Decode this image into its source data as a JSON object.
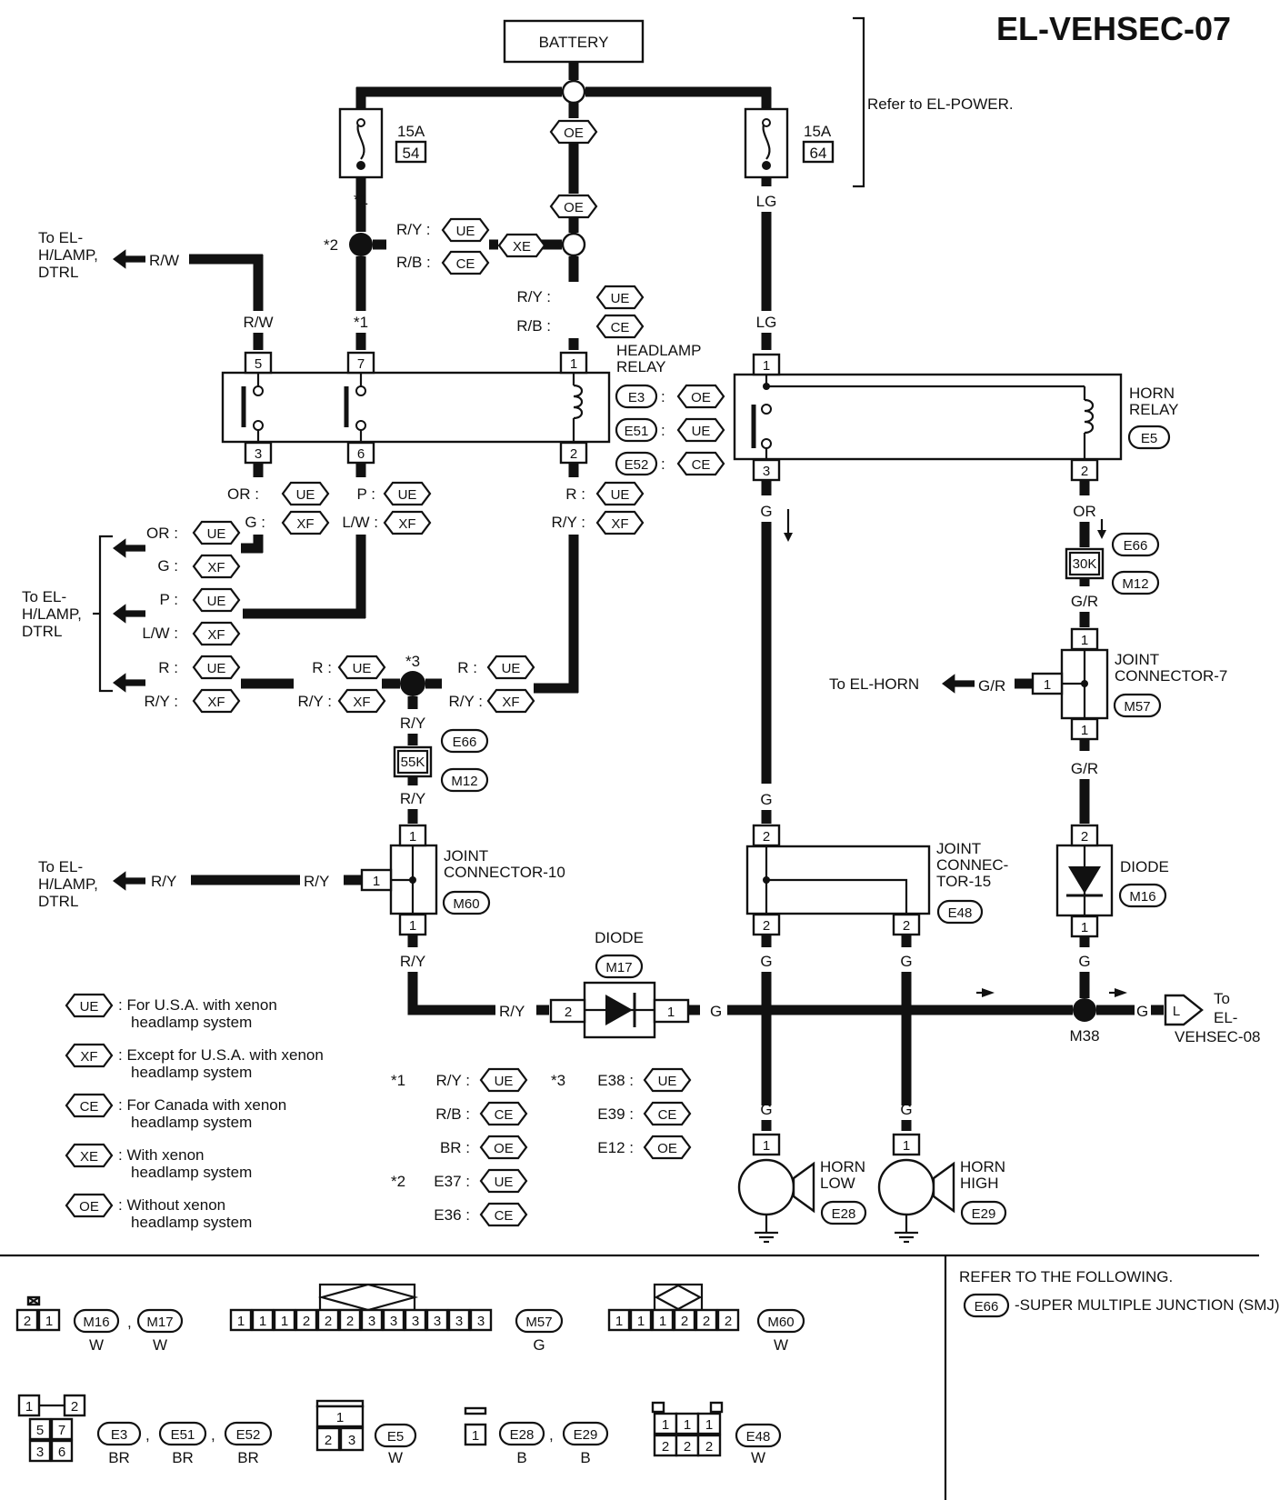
{
  "title": "EL-VEHSEC-07",
  "battery": "BATTERY",
  "refer_power": "Refer to EL-POWER.",
  "fuses": [
    {
      "amp": "15A",
      "num": "54"
    },
    {
      "amp": "15A",
      "num": "64"
    }
  ],
  "codes": {
    "ue": "UE",
    "xf": "XF",
    "ce": "CE",
    "xe": "XE",
    "oe": "OE"
  },
  "wires": {
    "ry_label": "R/Y :",
    "rb_label": "R/B :",
    "ry": "R/Y",
    "rw": "R/W",
    "lg": "LG",
    "g": "G",
    "gr": "G/R",
    "or": "OR",
    "or_c": "OR :",
    "g_c": "G :",
    "p_c": "P :",
    "lw_c": "L/W :",
    "r_c": "R :"
  },
  "stars": {
    "s1": "*1",
    "s2": "*2",
    "s3": "*3"
  },
  "headlamp_relay": {
    "name": "HEADLAMP RELAY",
    "pins": [
      "5",
      "7",
      "1",
      "3",
      "6",
      "2"
    ],
    "conns": [
      "E3",
      "E51",
      "E52"
    ]
  },
  "horn_relay": {
    "name": "HORN RELAY",
    "pins": [
      "1",
      "3",
      "2"
    ],
    "conn": "E5"
  },
  "joint7": {
    "name": "JOINT CONNECTOR-7",
    "conn": "M57",
    "pin": "1"
  },
  "joint10": {
    "name": "JOINT CONNECTOR-10",
    "conn": "M60",
    "pin": "1"
  },
  "joint15": {
    "name": "JOINT CONNEC-TOR-15",
    "conn": "E48",
    "pins": [
      "2",
      "2",
      "2"
    ]
  },
  "diode_m16": {
    "name": "DIODE",
    "conn": "M16",
    "pins": [
      "2",
      "1"
    ]
  },
  "diode_m17": {
    "name": "DIODE",
    "conn": "M17",
    "pins": [
      "2",
      "1"
    ]
  },
  "smj": {
    "e66": "E66",
    "m12": "M12",
    "k30": "30K",
    "k55": "55K"
  },
  "to_hlamp": "To EL-H/LAMP, DTRL",
  "to_horn": "To EL-HORN",
  "to_vehsec08": "To EL-VEHSEC-08",
  "m38": "M38",
  "horn_low": {
    "name": "HORN LOW",
    "conn": "E28",
    "pin": "1"
  },
  "horn_high": {
    "name": "HORN HIGH",
    "conn": "E29",
    "pin": "1"
  },
  "legend": [
    {
      "code": "UE",
      "text": "For U.S.A. with xenon headlamp system"
    },
    {
      "code": "XF",
      "text": "Except for U.S.A. with xenon headlamp system"
    },
    {
      "code": "CE",
      "text": "For Canada with xenon headlamp system"
    },
    {
      "code": "XE",
      "text": "With xenon headlamp system"
    },
    {
      "code": "OE",
      "text": "Without xenon headlamp system"
    }
  ],
  "star_table": [
    {
      "star": "*1",
      "rows": [
        [
          "R/Y :",
          "UE"
        ],
        [
          "R/B :",
          "CE"
        ],
        [
          "BR :",
          "OE"
        ]
      ]
    },
    {
      "star": "*2",
      "rows": [
        [
          "E37 :",
          "UE"
        ],
        [
          "E36 :",
          "CE"
        ]
      ]
    },
    {
      "star": "*3",
      "rows": [
        [
          "E38 :",
          "UE"
        ],
        [
          "E39 :",
          "CE"
        ],
        [
          "E12 :",
          "OE"
        ]
      ]
    }
  ],
  "connectors": {
    "m16m17": {
      "cells": [
        "2",
        "1"
      ],
      "ids": [
        "M16",
        "M17"
      ],
      "colors": [
        "W",
        "W"
      ]
    },
    "m57": {
      "cells": [
        "1",
        "1",
        "1",
        "2",
        "2",
        "2",
        "3",
        "3",
        "3",
        "3",
        "3",
        "3"
      ],
      "id": "M57",
      "color": "G"
    },
    "m60": {
      "cells": [
        "1",
        "1",
        "1",
        "2",
        "2",
        "2"
      ],
      "id": "M60",
      "color": "W"
    },
    "e3": {
      "cells": [
        "1",
        "2",
        "5",
        "7",
        "3",
        "6"
      ],
      "ids": [
        "E3",
        "E51",
        "E52"
      ],
      "colors": [
        "BR",
        "BR",
        "BR"
      ]
    },
    "e5": {
      "cells": [
        "1",
        "2",
        "3"
      ],
      "id": "E5",
      "color": "W"
    },
    "e28": {
      "cells": [
        "1"
      ],
      "ids": [
        "E28",
        "E29"
      ],
      "colors": [
        "B",
        "B"
      ]
    },
    "e48": {
      "cells": [
        "1",
        "1",
        "1",
        "2",
        "2",
        "2"
      ],
      "id": "E48",
      "color": "W"
    }
  },
  "refer_following": "REFER TO THE FOLLOWING.",
  "refer_e66": "E66",
  "refer_smj": "-SUPER MULTIPLE JUNCTION (SMJ)"
}
